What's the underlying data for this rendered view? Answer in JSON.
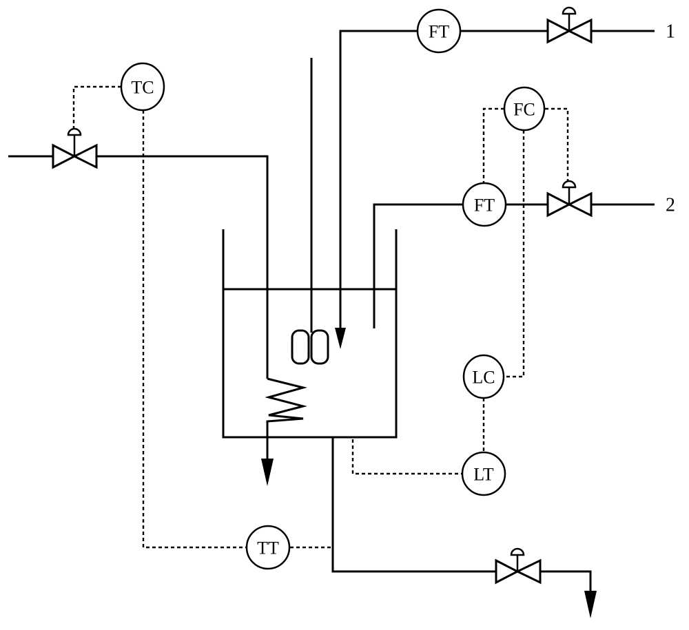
{
  "instruments": {
    "tc": "TC",
    "ft_top": "FT",
    "fc": "FC",
    "ft_mid": "FT",
    "lc": "LC",
    "lt": "LT",
    "tt": "TT"
  },
  "streams": {
    "stream_1": "1",
    "stream_2": "2"
  }
}
